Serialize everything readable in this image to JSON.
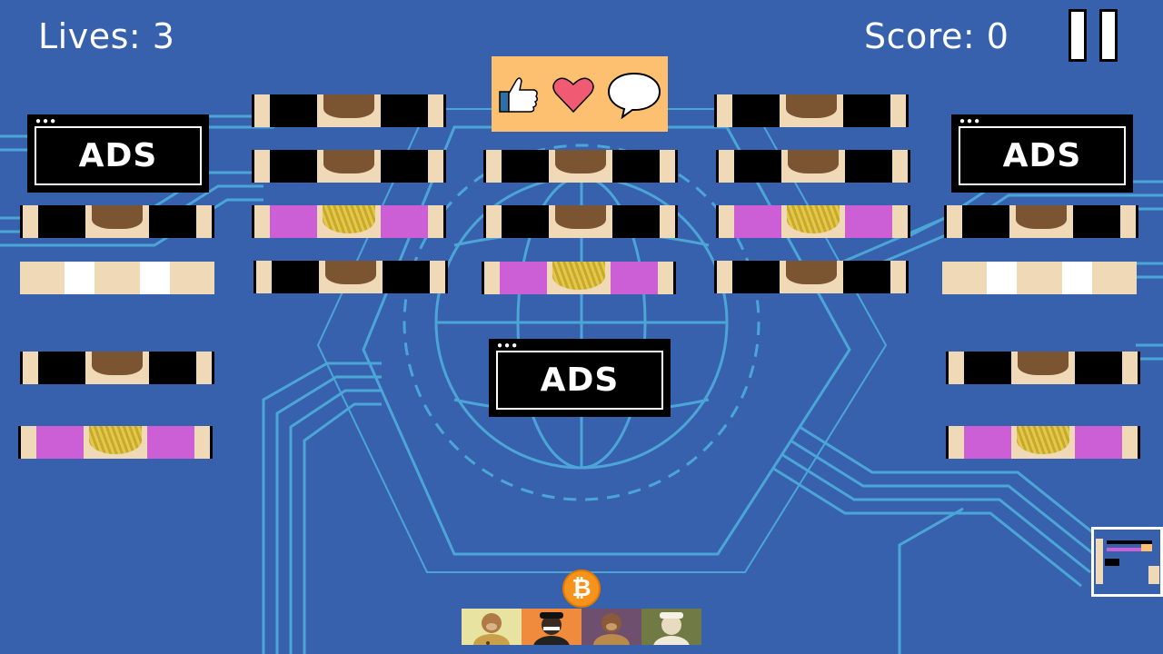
{
  "hud": {
    "lives_label": "Lives: 3",
    "score_label": "Score: 0"
  },
  "ads_banners": [
    {
      "label": "ADS"
    },
    {
      "label": "ADS"
    },
    {
      "label": "ADS"
    }
  ],
  "colors": {
    "background": "#3761ad",
    "circuit_lines": "#4fb3df",
    "brick_tan": "#efd9b6",
    "brick_purple": "#cc5fd6",
    "social_bar": "#fdc070",
    "coin": "#f7931a"
  },
  "icons": {
    "social": [
      "thumbs-up-icon",
      "heart-icon",
      "speech-bubble-icon"
    ],
    "ball": "bitcoin-coin-icon",
    "pause": "pause-icon"
  },
  "paddle": {
    "tiles": [
      "ape-leopard-shirt",
      "ape-black-cap",
      "ape-purple-background",
      "ape-white-cap"
    ]
  }
}
